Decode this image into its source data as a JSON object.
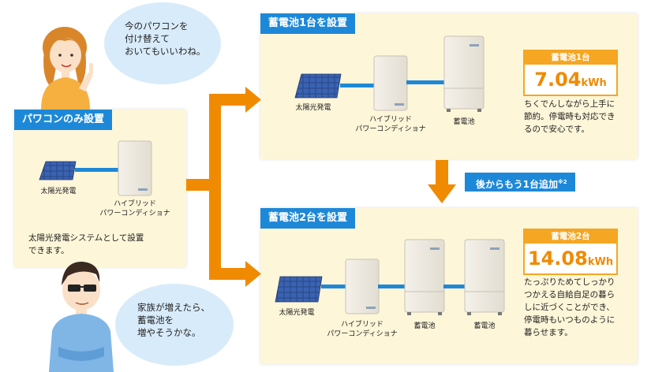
{
  "bubbles": {
    "woman": "今のパワコンを\n付け替えて\nおいてもいいわね。",
    "man": "家族が増えたら、\n蓄電池を\n増やそうかな。"
  },
  "panels": {
    "pv_only": {
      "title": "パワコンのみ設置",
      "solar_label": "太陽光発電",
      "inverter_label": "ハイブリッド\nパワーコンディショナ",
      "description": "太陽光発電システムとして設置\nできます。"
    },
    "battery1": {
      "title": "蓄電池1台を設置",
      "solar_label": "太陽光発電",
      "inverter_label": "ハイブリッド\nパワーコンディショナ",
      "battery_label": "蓄電池",
      "capacity_label": "蓄電池1台",
      "capacity_value": "7.04",
      "capacity_unit": "kWh",
      "description": "ちくでんしながら上手に\n節約。停電時も対応でき\nるので安心です。"
    },
    "battery2": {
      "title": "蓄電池2台を設置",
      "solar_label": "太陽光発電",
      "inverter_label": "ハイブリッド\nパワーコンディショナ",
      "battery_label_1": "蓄電池",
      "battery_label_2": "蓄電池",
      "capacity_label": "蓄電池2台",
      "capacity_value": "14.08",
      "capacity_unit": "kWh",
      "description": "たっぷりためてしっかり\nつかえる自給自足の暮ら\nしに近づくことができ、\n停電時もいつものように\n暮らせます。"
    }
  },
  "add_arrow": {
    "label": "後からもう1台追加",
    "note": "※2"
  },
  "colors": {
    "panel_bg": "#fdf6d9",
    "title_blue": "#1e88d8",
    "arrow_orange": "#f08a00",
    "capacity_orange": "#f5a623",
    "bubble_blue": "#d8ebfa",
    "connector_blue": "#1e88d8"
  }
}
